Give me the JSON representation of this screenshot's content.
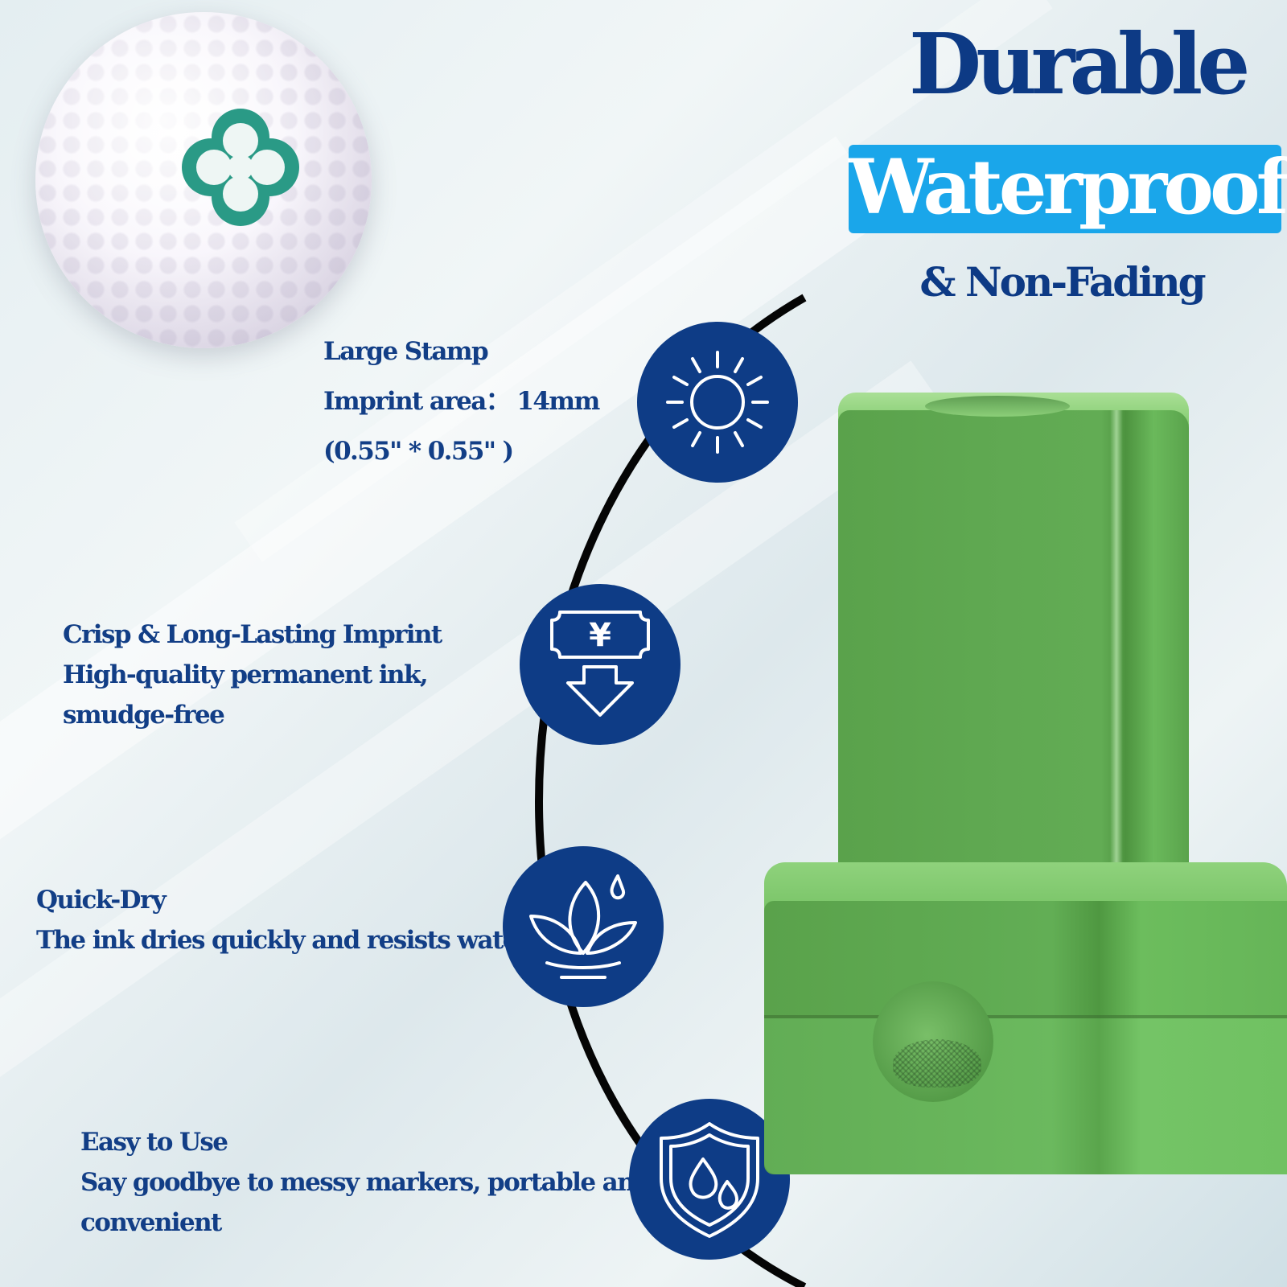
{
  "headline": {
    "line1": "Durable",
    "line2": "Waterproof",
    "line3": "& Non-Fading"
  },
  "features": [
    {
      "title": "Large Stamp",
      "lines": [
        "Imprint area：  14mm",
        "(0.55\" * 0.55\" )"
      ],
      "icon": "sun-icon"
    },
    {
      "title": "Crisp & Long-Lasting Imprint",
      "lines": [
        "High-quality permanent ink,",
        "smudge-free"
      ],
      "icon": "money-down-icon"
    },
    {
      "title": "Quick-Dry",
      "lines": [
        "The ink dries quickly and resists water"
      ],
      "icon": "leaf-water-icon"
    },
    {
      "title": "Easy to Use",
      "lines": [
        "Say goodbye to messy markers, portable and",
        "convenient"
      ],
      "icon": "shield-drops-icon"
    }
  ],
  "money_symbol": "¥",
  "colors": {
    "navy": "#0e3c86",
    "banner_blue": "#1aa6ea",
    "stamp_green": "#5fa851",
    "clover_teal": "#2a9a86"
  }
}
